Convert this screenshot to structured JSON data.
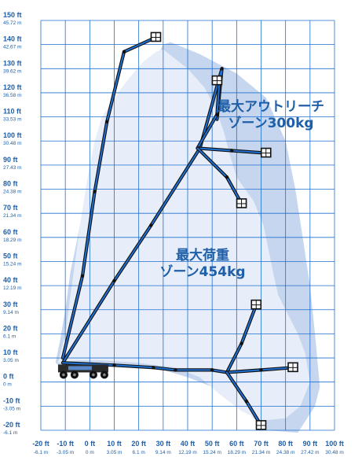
{
  "chart_data": {
    "type": "diagram",
    "title": "",
    "x_axis": {
      "range": [
        -20,
        100
      ],
      "ticks_ft": [
        "-20 ft",
        "-10 ft",
        "0 ft",
        "10 ft",
        "20 ft",
        "30 ft",
        "40 ft",
        "50 ft",
        "60 ft",
        "70 ft",
        "80 ft",
        "90 ft",
        "100 ft"
      ],
      "ticks_m": [
        "-6.1 m",
        "-3.05 m",
        "0 m",
        "3.05 m",
        "6.1 m",
        "9.14 m",
        "12.19 m",
        "15.24 m",
        "18.29 m",
        "21.34 m",
        "24.38 m",
        "27.42 m",
        "30.48 m"
      ]
    },
    "y_axis": {
      "range": [
        -20,
        150
      ],
      "ticks_ft": [
        "150 ft",
        "140 ft",
        "130 ft",
        "120 ft",
        "110 ft",
        "100 ft",
        "90 ft",
        "80 ft",
        "70 ft",
        "60 ft",
        "50 ft",
        "40 ft",
        "30 ft",
        "20 ft",
        "10 ft",
        "0 ft",
        "-10 ft",
        "-20 ft"
      ],
      "ticks_m": [
        "45.72 m",
        "42.67 m",
        "39.62 m",
        "36.58 m",
        "33.53 m",
        "30.48 m",
        "27.43 m",
        "24.38 m",
        "21.34 m",
        "18.29 m",
        "15.24 m",
        "12.19 m",
        "9.14 m",
        "6.1 m",
        "3.05 m",
        "0 m",
        "-3.05 m",
        "-6.1 m"
      ]
    },
    "grid": true,
    "zones": [
      {
        "name_lines": [
          "最大荷重",
          "ゾーン454kg"
        ],
        "color": "#e7eef9",
        "points": [
          [
            -13,
            8
          ],
          [
            -10,
            20
          ],
          [
            -8,
            35
          ],
          [
            -6,
            50
          ],
          [
            -4,
            65
          ],
          [
            -2,
            78
          ],
          [
            0,
            90
          ],
          [
            2,
            100
          ],
          [
            5,
            110
          ],
          [
            10,
            118
          ],
          [
            16,
            126
          ],
          [
            22,
            133
          ],
          [
            27,
            137
          ],
          [
            30,
            138
          ],
          [
            40,
            130
          ],
          [
            47,
            122
          ],
          [
            52,
            112
          ],
          [
            55,
            103
          ],
          [
            57,
            95
          ],
          [
            60,
            85
          ],
          [
            67,
            75
          ],
          [
            71,
            65
          ],
          [
            73,
            55
          ],
          [
            75,
            45
          ],
          [
            77,
            36
          ],
          [
            80,
            30
          ],
          [
            85,
            20
          ],
          [
            88,
            12
          ],
          [
            90,
            0
          ],
          [
            86,
            -10
          ],
          [
            80,
            -15
          ],
          [
            70,
            -16
          ],
          [
            62,
            -12
          ],
          [
            53,
            -5
          ],
          [
            45,
            2
          ],
          [
            35,
            6
          ],
          [
            20,
            8
          ],
          [
            5,
            9
          ],
          [
            -5,
            9
          ]
        ]
      },
      {
        "name_lines": [
          "最大アウトリーチ",
          "ゾーン300kg"
        ],
        "color": "#c6d6ee",
        "points": [
          [
            30,
            140
          ],
          [
            25,
            130
          ],
          [
            20,
            118
          ],
          [
            12,
            108
          ],
          [
            8,
            100
          ],
          [
            2,
            88
          ],
          [
            -2,
            75
          ],
          [
            -5,
            60
          ],
          [
            -8,
            45
          ],
          [
            -10,
            30
          ],
          [
            -12,
            18
          ],
          [
            -14,
            8
          ],
          [
            -11,
            6
          ],
          [
            0,
            8
          ],
          [
            15,
            7
          ],
          [
            30,
            5
          ],
          [
            40,
            2
          ],
          [
            50,
            -2
          ],
          [
            58,
            -8
          ],
          [
            65,
            -13
          ],
          [
            72,
            -20
          ],
          [
            85,
            -21
          ],
          [
            92,
            -10
          ],
          [
            94,
            -2
          ],
          [
            92,
            20
          ],
          [
            90,
            40
          ],
          [
            87,
            60
          ],
          [
            84,
            80
          ],
          [
            80,
            100
          ],
          [
            72,
            118
          ],
          [
            60,
            128
          ],
          [
            45,
            136
          ],
          [
            33,
            141
          ]
        ]
      }
    ],
    "booms": [
      {
        "name": "vertical-riser",
        "color": "#1f6fd0",
        "points": [
          [
            -11,
            10
          ],
          [
            -3,
            44
          ],
          [
            2,
            79
          ],
          [
            7,
            108
          ],
          [
            14,
            137
          ],
          [
            27,
            143
          ]
        ]
      },
      {
        "name": "lower-riser-lower",
        "color": "#1f6fd0",
        "points": [
          [
            -11,
            8
          ],
          [
            10,
            42
          ],
          [
            25,
            65
          ],
          [
            45,
            97
          ],
          [
            54,
            130
          ],
          [
            52,
            109
          ]
        ]
      },
      {
        "name": "jib-up",
        "color": "#1f6fd0",
        "points": [
          [
            44,
            97
          ],
          [
            52,
            111
          ],
          [
            53,
            125
          ]
        ]
      },
      {
        "name": "jib-out",
        "color": "#1f6fd0",
        "points": [
          [
            44,
            97
          ],
          [
            58,
            96
          ],
          [
            72,
            95
          ]
        ]
      },
      {
        "name": "jib-down",
        "color": "#1f6fd0",
        "points": [
          [
            44,
            97
          ],
          [
            56,
            85
          ],
          [
            62,
            74
          ]
        ]
      },
      {
        "name": "horizontal-boom",
        "color": "#1f6fd0",
        "points": [
          [
            -11,
            8
          ],
          [
            10,
            7
          ],
          [
            26,
            6
          ],
          [
            35,
            5
          ],
          [
            50,
            5
          ],
          [
            56,
            4
          ]
        ]
      },
      {
        "name": "low-jib-up",
        "color": "#1f6fd0",
        "points": [
          [
            56,
            4
          ],
          [
            62,
            16
          ],
          [
            68,
            32
          ]
        ]
      },
      {
        "name": "low-jib-out",
        "color": "#1f6fd0",
        "points": [
          [
            56,
            4
          ],
          [
            70,
            5
          ],
          [
            83,
            6
          ]
        ]
      },
      {
        "name": "low-jib-down",
        "color": "#1f6fd0",
        "points": [
          [
            56,
            4
          ],
          [
            64,
            -8
          ],
          [
            70,
            -18
          ]
        ]
      }
    ],
    "platforms": [
      [
        27,
        143
      ],
      [
        52,
        125
      ],
      [
        72,
        95
      ],
      [
        62,
        74
      ],
      [
        68,
        32
      ],
      [
        83,
        6
      ],
      [
        70,
        -18
      ]
    ]
  }
}
